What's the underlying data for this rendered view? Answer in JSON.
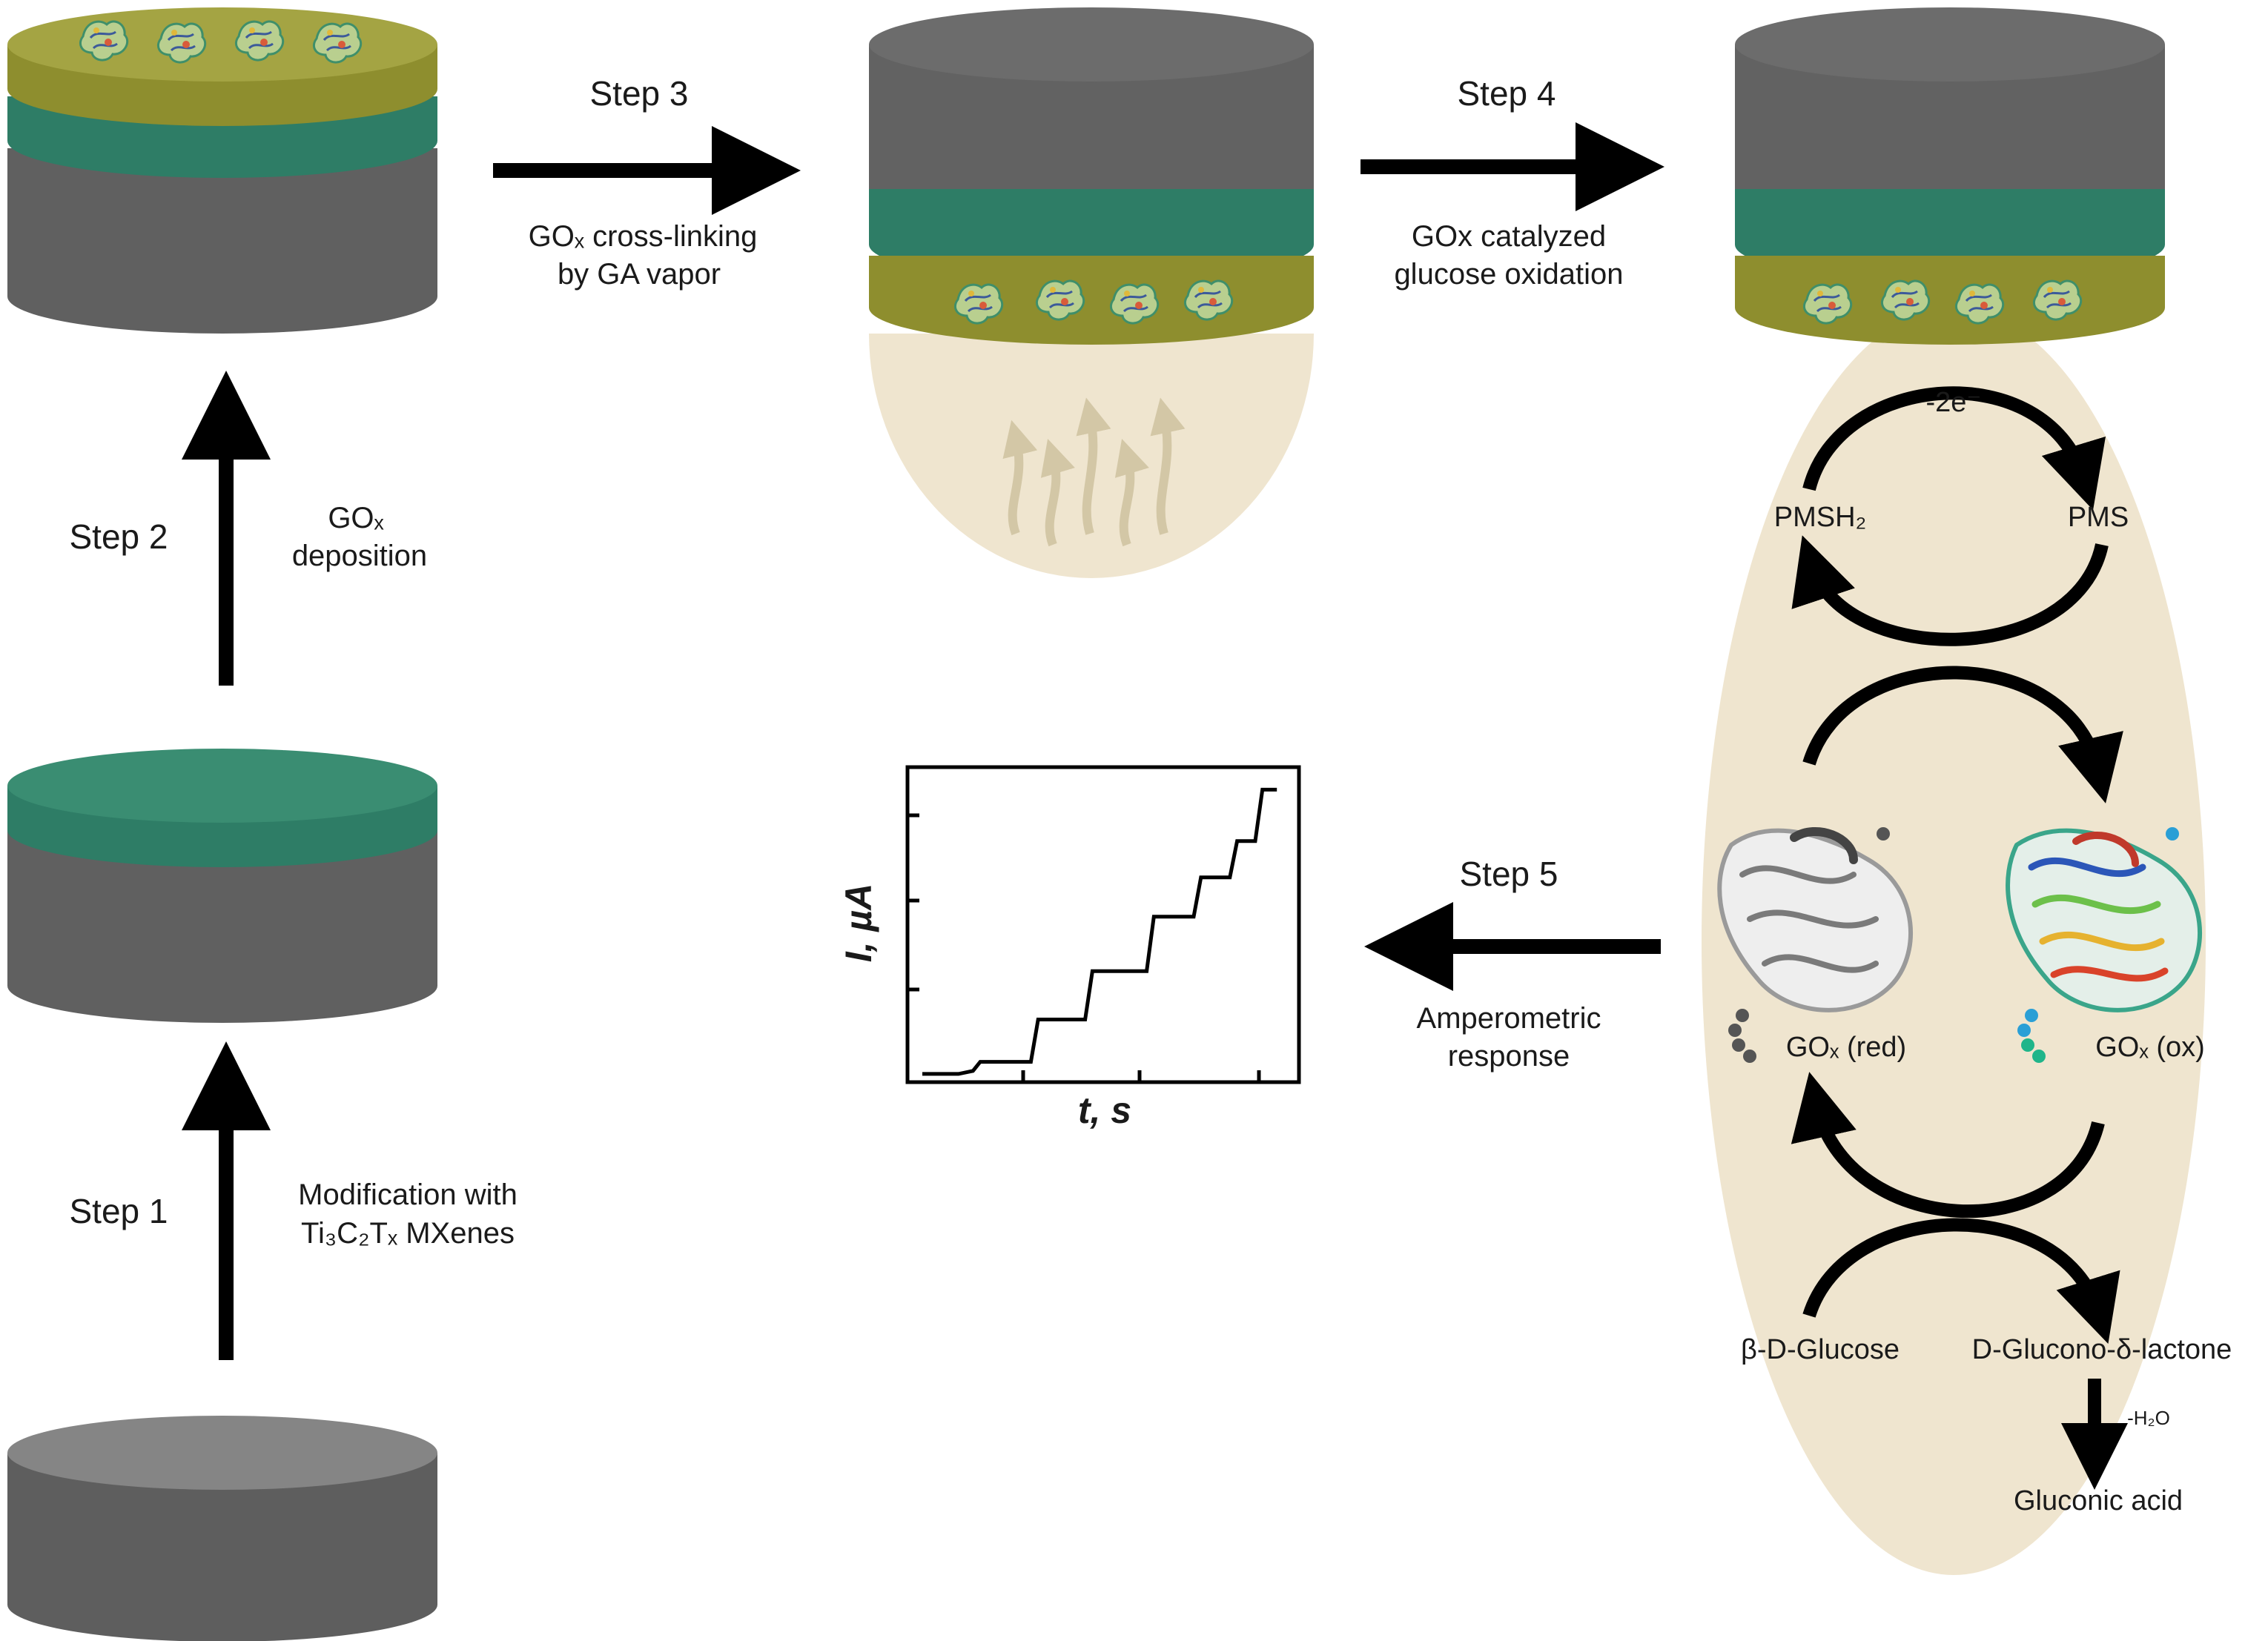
{
  "steps": [
    {
      "label": "Step 1",
      "desc_line1": "Modification with",
      "desc_line2": "Ti₃C₂Tₓ MXenes"
    },
    {
      "label": "Step 2",
      "desc_line1": "GOₓ",
      "desc_line2": "deposition"
    },
    {
      "label": "Step 3",
      "desc_line1": "GOₓ cross-linking",
      "desc_line2": "by GA vapor"
    },
    {
      "label": "Step 4",
      "desc_line1": "GOx catalyzed",
      "desc_line2": "glucose oxidation"
    },
    {
      "label": "Step 5",
      "desc_line1": "Amperometric",
      "desc_line2": "response"
    }
  ],
  "cycle": {
    "electrons": "-2e⁻",
    "pmsh2": "PMSH₂",
    "pms": "PMS",
    "gox_red": "GOₓ (red)",
    "gox_ox": "GOₓ (ox)",
    "glucose": "β-D-Glucose",
    "lactone": "D-Glucono-δ-lactone",
    "water_loss": "-H₂O",
    "product": "Gluconic acid"
  },
  "plot": {
    "ylabel": "I, µA",
    "xlabel": "t, s"
  },
  "chart_data": {
    "type": "line",
    "title": "",
    "xlabel": "t, s",
    "ylabel": "I, µA",
    "x": [
      0,
      0.05,
      0.1,
      0.14,
      0.16,
      0.3,
      0.32,
      0.45,
      0.47,
      0.62,
      0.64,
      0.75,
      0.77,
      0.85,
      0.87,
      0.92,
      0.94,
      0.98
    ],
    "y": [
      0.01,
      0.01,
      0.01,
      0.02,
      0.05,
      0.05,
      0.19,
      0.19,
      0.35,
      0.35,
      0.53,
      0.53,
      0.66,
      0.66,
      0.78,
      0.78,
      0.95,
      0.95
    ]
  },
  "colors": {
    "electrode_gray": "#6b6b6b",
    "mxene_green": "#2b7a63",
    "enzyme_olive": "#8b8b2c",
    "solution_beige": "#efe5cf",
    "arrow_black": "#000000"
  }
}
